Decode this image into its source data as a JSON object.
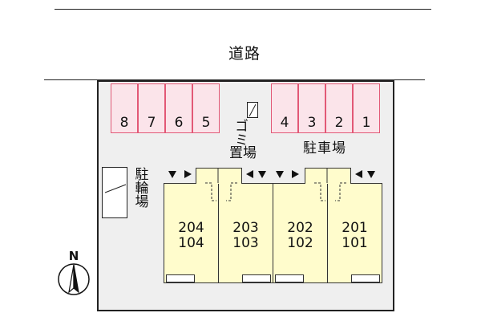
{
  "road": {
    "label": "道路"
  },
  "parking": {
    "label": "駐車場",
    "left_slots": [
      "8",
      "7",
      "6",
      "5"
    ],
    "right_slots": [
      "4",
      "3",
      "2",
      "1"
    ]
  },
  "garbage": {
    "label_vertical": "ゴミ",
    "label_horizontal": "置場"
  },
  "bicycle": {
    "label": "駐輪場"
  },
  "units": [
    {
      "upper": "204",
      "lower": "104"
    },
    {
      "upper": "203",
      "lower": "103"
    },
    {
      "upper": "202",
      "lower": "102"
    },
    {
      "upper": "201",
      "lower": "101"
    }
  ],
  "compass": {
    "label": "N"
  },
  "colors": {
    "parking_fill": "#fbe4ea",
    "parking_border": "#e25876",
    "unit_fill": "#fffccc",
    "site_fill": "#efefef"
  }
}
